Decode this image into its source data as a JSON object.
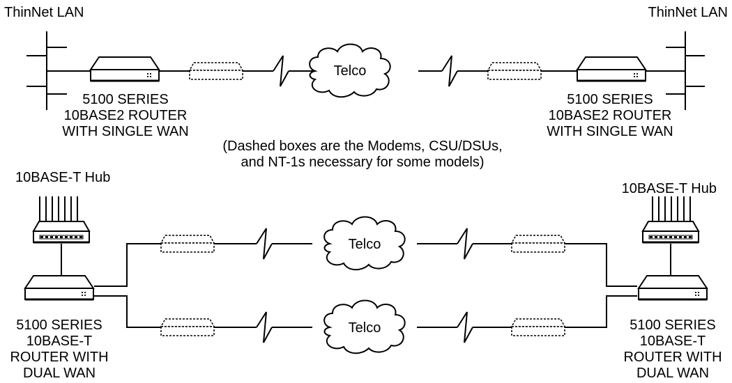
{
  "top": {
    "left_lan_label": "ThinNet LAN",
    "right_lan_label": "ThinNet LAN",
    "router_label": [
      "5100 SERIES",
      "10BASE2 ROUTER",
      "WITH SINGLE WAN"
    ],
    "cloud_label": "Telco"
  },
  "note": [
    "(Dashed boxes are the Modems, CSU/DSUs,",
    "and NT-1s necessary for some models)"
  ],
  "bottom": {
    "left_hub_label": "10BASE-T Hub",
    "right_hub_label": "10BASE-T Hub",
    "router_label": [
      "5100 SERIES",
      "10BASE-T",
      "ROUTER WITH",
      "DUAL WAN"
    ],
    "cloud_label_1": "Telco",
    "cloud_label_2": "Telco"
  }
}
